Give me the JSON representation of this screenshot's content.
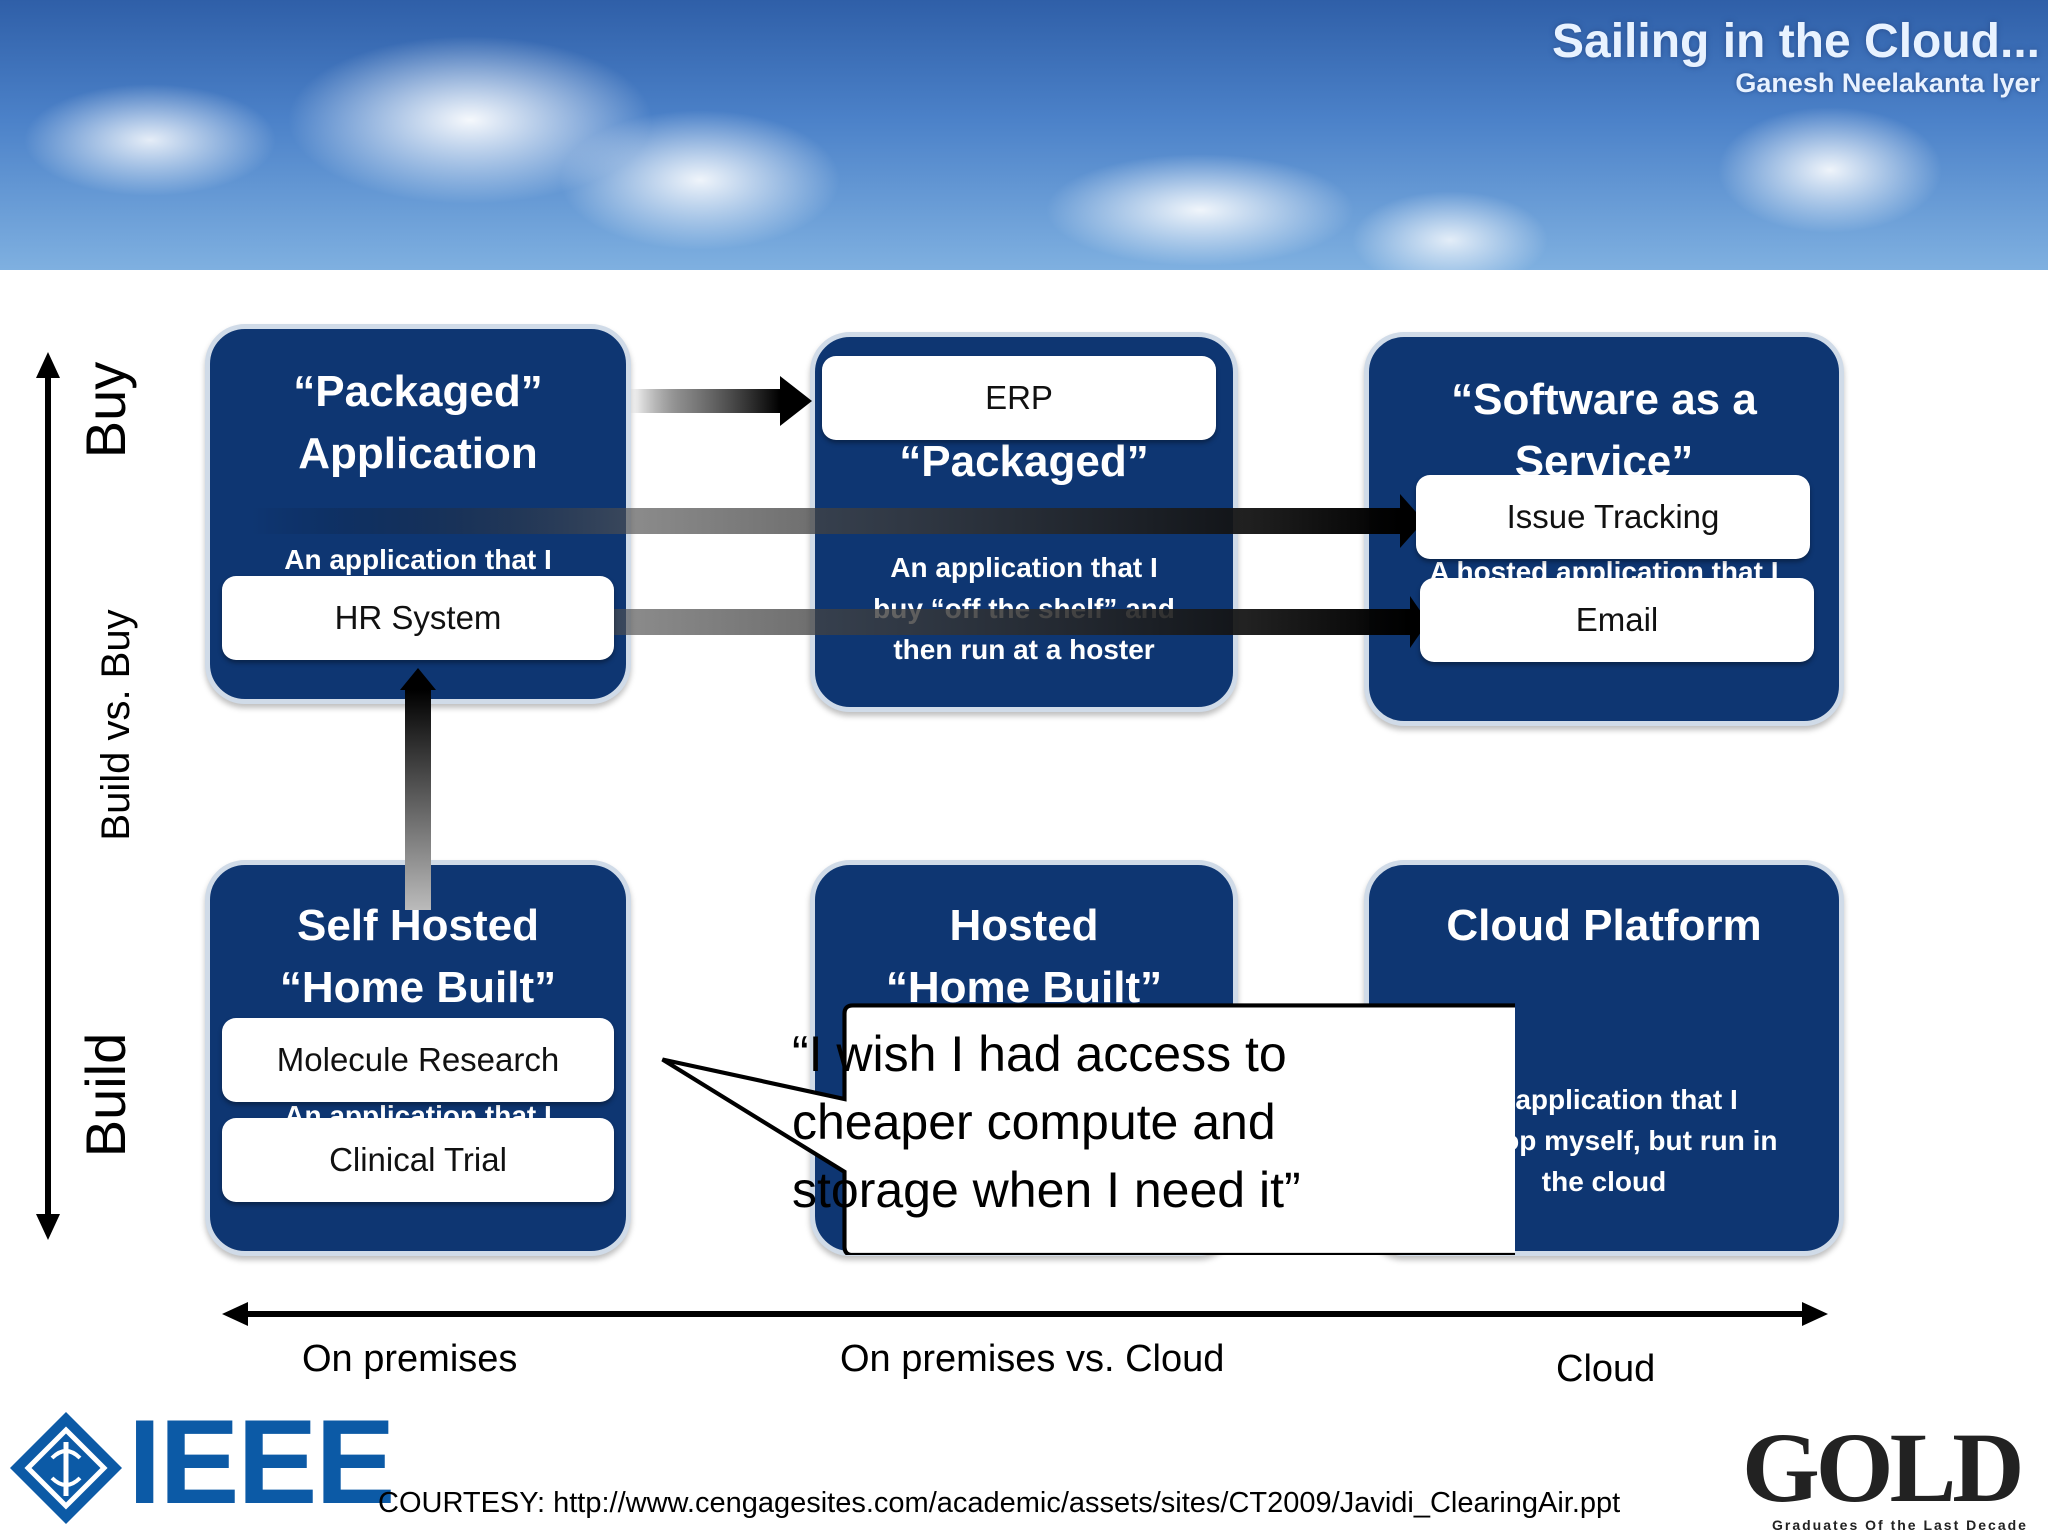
{
  "header": {
    "title": "Sailing in the Cloud...",
    "subtitle": "Ganesh Neelakanta Iyer"
  },
  "boxes": {
    "packaged_app": {
      "title_line1": "“Packaged”",
      "title_line2": "Application",
      "desc_line1": "An application that I"
    },
    "hosted_packaged": {
      "title": "“Packaged”",
      "desc_line1": "An application that I",
      "desc_line2": "buy “off the shelf” and",
      "desc_line3": "then run at a hoster"
    },
    "saas": {
      "title_line1": "“Software as a",
      "title_line2": "Service”",
      "desc_line1": "A hosted application that I"
    },
    "self_hosted": {
      "title_line1": "Self Hosted",
      "title_line2": "“Home Built”",
      "desc_line1": "An application that I"
    },
    "hosted_home": {
      "title_line1": "Hosted",
      "title_line2": "“Home Built”"
    },
    "cloud_platform": {
      "title": "Cloud Platform",
      "desc_line1": "An application that I",
      "desc_line2": "develop myself, but run in",
      "desc_line3": "the cloud"
    }
  },
  "pills": {
    "erp": "ERP",
    "hr_system": "HR System",
    "issue_tracking": "Issue Tracking",
    "email": "Email",
    "molecule_research": "Molecule Research",
    "clinical_trial": "Clinical Trial"
  },
  "axes": {
    "y_top": "Buy",
    "y_middle": "Build vs. Buy",
    "y_bottom": "Build",
    "x_left": "On premises",
    "x_middle": "On premises vs. Cloud",
    "x_right": "Cloud"
  },
  "callout": {
    "line1": "“I wish I had access to",
    "line2": "cheaper compute and",
    "line3": "storage when I need it”"
  },
  "footer": {
    "courtesy": "COURTESY: http://www.cengagesites.com/academic/assets/sites/CT2009/Javidi_ClearingAir.ppt",
    "ieee_logo_text": "IEEE",
    "gold_logo_text": "GOLD",
    "gold_tagline": "Graduates Of the Last Decade"
  },
  "colors": {
    "box_fill": "#0e3672",
    "box_border": "#d0dbe8",
    "ieee_blue": "#0c5aa6"
  }
}
